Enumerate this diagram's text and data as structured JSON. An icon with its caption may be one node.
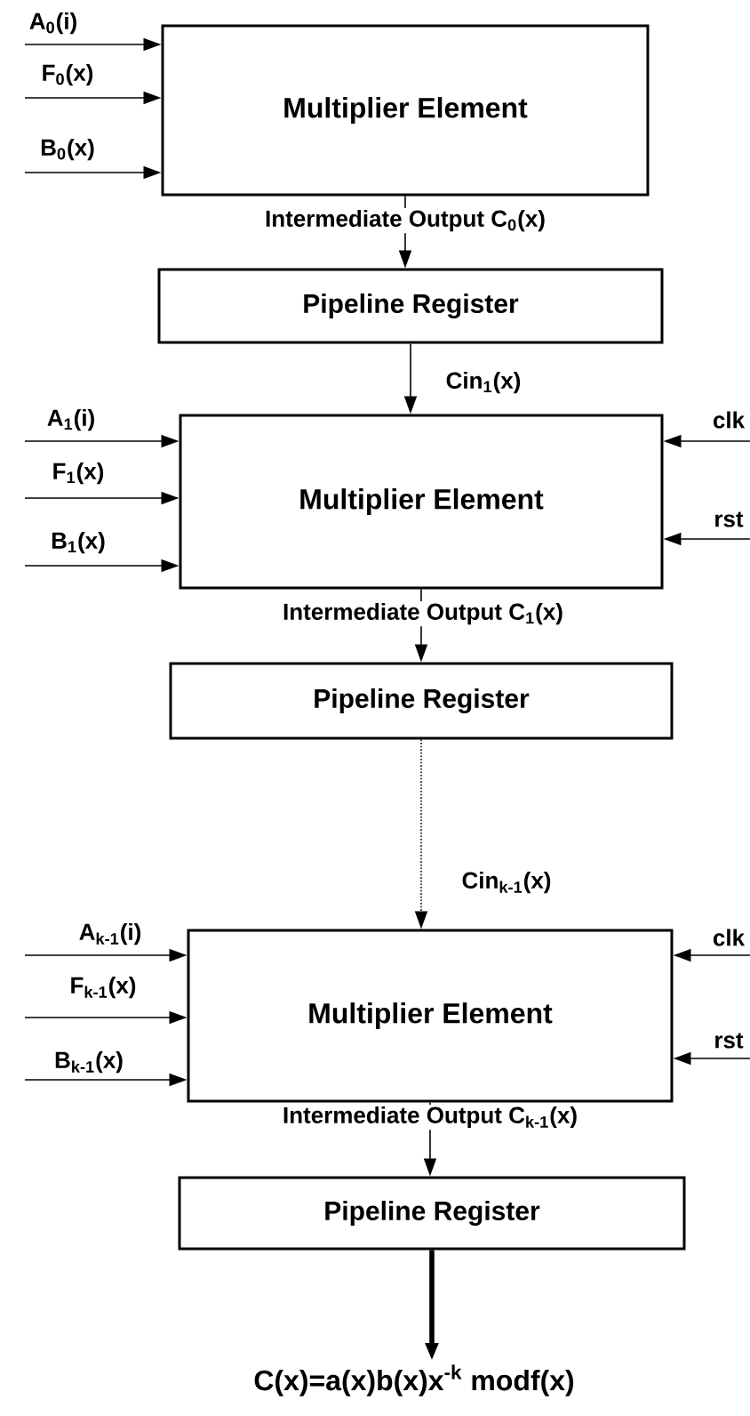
{
  "diagram": {
    "nodes": [
      {
        "text": [
          "Multiplier Element"
        ]
      },
      {
        "text": [
          "Pipeline Register"
        ]
      },
      {
        "text": [
          "Multiplier Element"
        ]
      },
      {
        "text": [
          "Pipeline Register"
        ]
      },
      {
        "text": [
          "Multiplier Element"
        ]
      },
      {
        "text": [
          "Pipeline Register"
        ]
      },
      {
        "text": [
          "C(x)=a(x)b(x)x$^{-k}$ modf(x)"
        ]
      }
    ],
    "edges": [
      {
        "from": null,
        "to": 0,
        "arrow": "to",
        "label": "A$_{0}$(i)"
      },
      {
        "from": null,
        "to": 0,
        "arrow": "to",
        "label": "F$_{0}$(x)"
      },
      {
        "from": null,
        "to": 0,
        "arrow": "to",
        "label": "B$_{0}$(x)"
      },
      {
        "from": 0,
        "to": 1,
        "arrow": "to",
        "label": "Intermediate Output C$_{0}$(x)"
      },
      {
        "from": 1,
        "to": 2,
        "arrow": "to",
        "label": "Cin$_{1}$(x)"
      },
      {
        "from": null,
        "to": 2,
        "arrow": "to",
        "label": "A$_{1}$(i)"
      },
      {
        "from": null,
        "to": 2,
        "arrow": "to",
        "label": "F$_{1}$(x)"
      },
      {
        "from": null,
        "to": 2,
        "arrow": "to",
        "label": "B$_{1}$(x)"
      },
      {
        "from": null,
        "to": 2,
        "arrow": "to",
        "label": "clk"
      },
      {
        "from": null,
        "to": 2,
        "arrow": "to",
        "label": "rst"
      },
      {
        "from": 2,
        "to": 3,
        "arrow": "to",
        "label": "Intermediate Output C$_{1}$(x)"
      },
      {
        "from": 3,
        "to": 4,
        "arrow": "to",
        "label": "Cin$_{k-1}$(x)",
        "style": "dashed"
      },
      {
        "from": null,
        "to": 4,
        "arrow": "to",
        "label": "A$_{k-1}$(i)"
      },
      {
        "from": null,
        "to": 4,
        "arrow": "to",
        "label": "F$_{k-1}$(x)"
      },
      {
        "from": null,
        "to": 4,
        "arrow": "to",
        "label": "B$_{k-1}$(x)"
      },
      {
        "from": null,
        "to": 4,
        "arrow": "to",
        "label": "clk"
      },
      {
        "from": null,
        "to": 4,
        "arrow": "to",
        "label": "rst"
      },
      {
        "from": 4,
        "to": 5,
        "arrow": "to",
        "label": "Intermediate Output C$_{k-1}$(x)"
      },
      {
        "from": 5,
        "to": 6,
        "arrow": "to",
        "style": "thick"
      }
    ]
  }
}
